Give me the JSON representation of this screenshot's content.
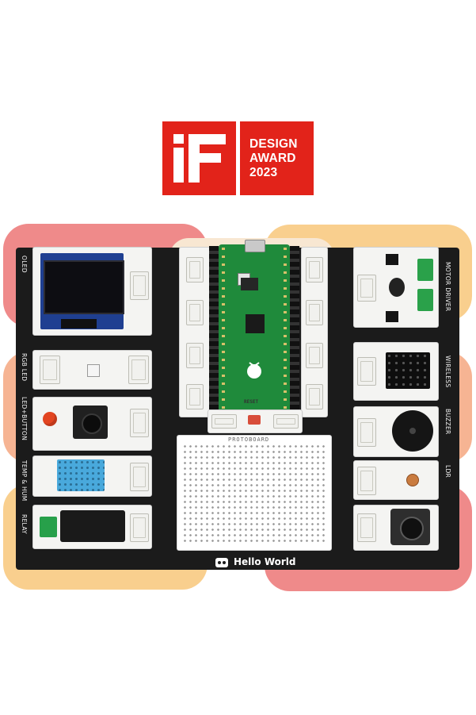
{
  "award": {
    "line1": "DESIGN",
    "line2": "AWARD",
    "line3": "2023",
    "brand_color": "#e2231a"
  },
  "board": {
    "brand_label": "Hello World",
    "protoboard_label": "PROTOBOARD",
    "reset_label": "RESET",
    "left_labels": {
      "oled": "OLED",
      "rgb_led": "RGB LED",
      "led_button": "LED+BUTTON",
      "temp_hum": "TEMP & HUM",
      "relay": "RELAY"
    },
    "right_labels": {
      "motor_driver": "MOTOR DRIVER",
      "wireless": "WIRELESS",
      "buzzer": "BUZZER",
      "ldr": "LDR"
    },
    "colors": {
      "pink": "#ef8a8a",
      "salmon": "#f6b493",
      "peach": "#f9cf8e",
      "pico_green": "#1f8a3b",
      "pcb_black": "#1b1b1b"
    }
  }
}
